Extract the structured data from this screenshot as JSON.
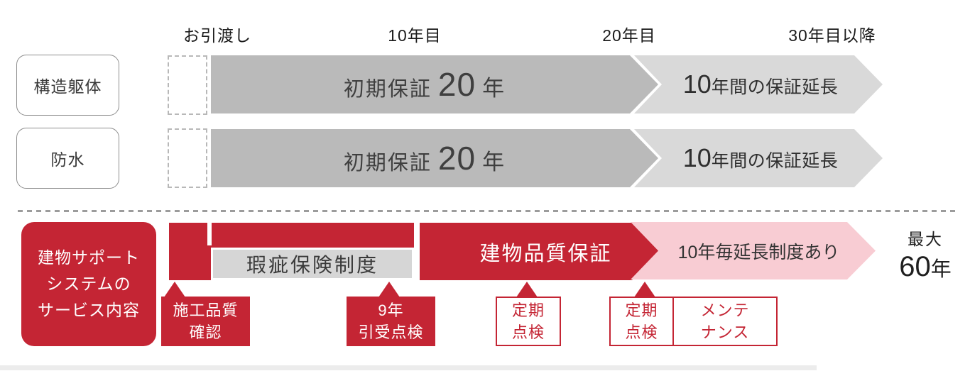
{
  "colors": {
    "red": "#c42534",
    "pink": "#f8ccd3",
    "dark_gray": "#bababa",
    "light_gray": "#d9d9d9",
    "insurance_gray": "#d6d6d6"
  },
  "timeline": {
    "headers": [
      "お引渡し",
      "10年目",
      "20年目",
      "30年目以降"
    ]
  },
  "warranty_rows": [
    {
      "label": "構造躯体",
      "initial": {
        "prefix": "初期保証",
        "num": "20",
        "unit": "年"
      },
      "extension": {
        "num": "10",
        "rest": "年間の保証延長"
      }
    },
    {
      "label": "防水",
      "initial": {
        "prefix": "初期保証",
        "num": "20",
        "unit": "年"
      },
      "extension": {
        "num": "10",
        "rest": "年間の保証延長"
      }
    }
  ],
  "support": {
    "title": "建物サポート\nシステムの\nサービス内容",
    "insurance_label": "瑕疵保険制度",
    "quality_label": "建物品質保証",
    "extension_label": "10年毎延長制度あり",
    "max": {
      "prefix": "最大",
      "num": "60",
      "unit": "年"
    },
    "callouts": [
      {
        "label": "施工品質\n確認"
      },
      {
        "label": "9年\n引受点検"
      },
      {
        "label": "定期\n点検"
      },
      {
        "cells": [
          "定期\n点検",
          "メンテ\nナンス"
        ]
      }
    ]
  }
}
